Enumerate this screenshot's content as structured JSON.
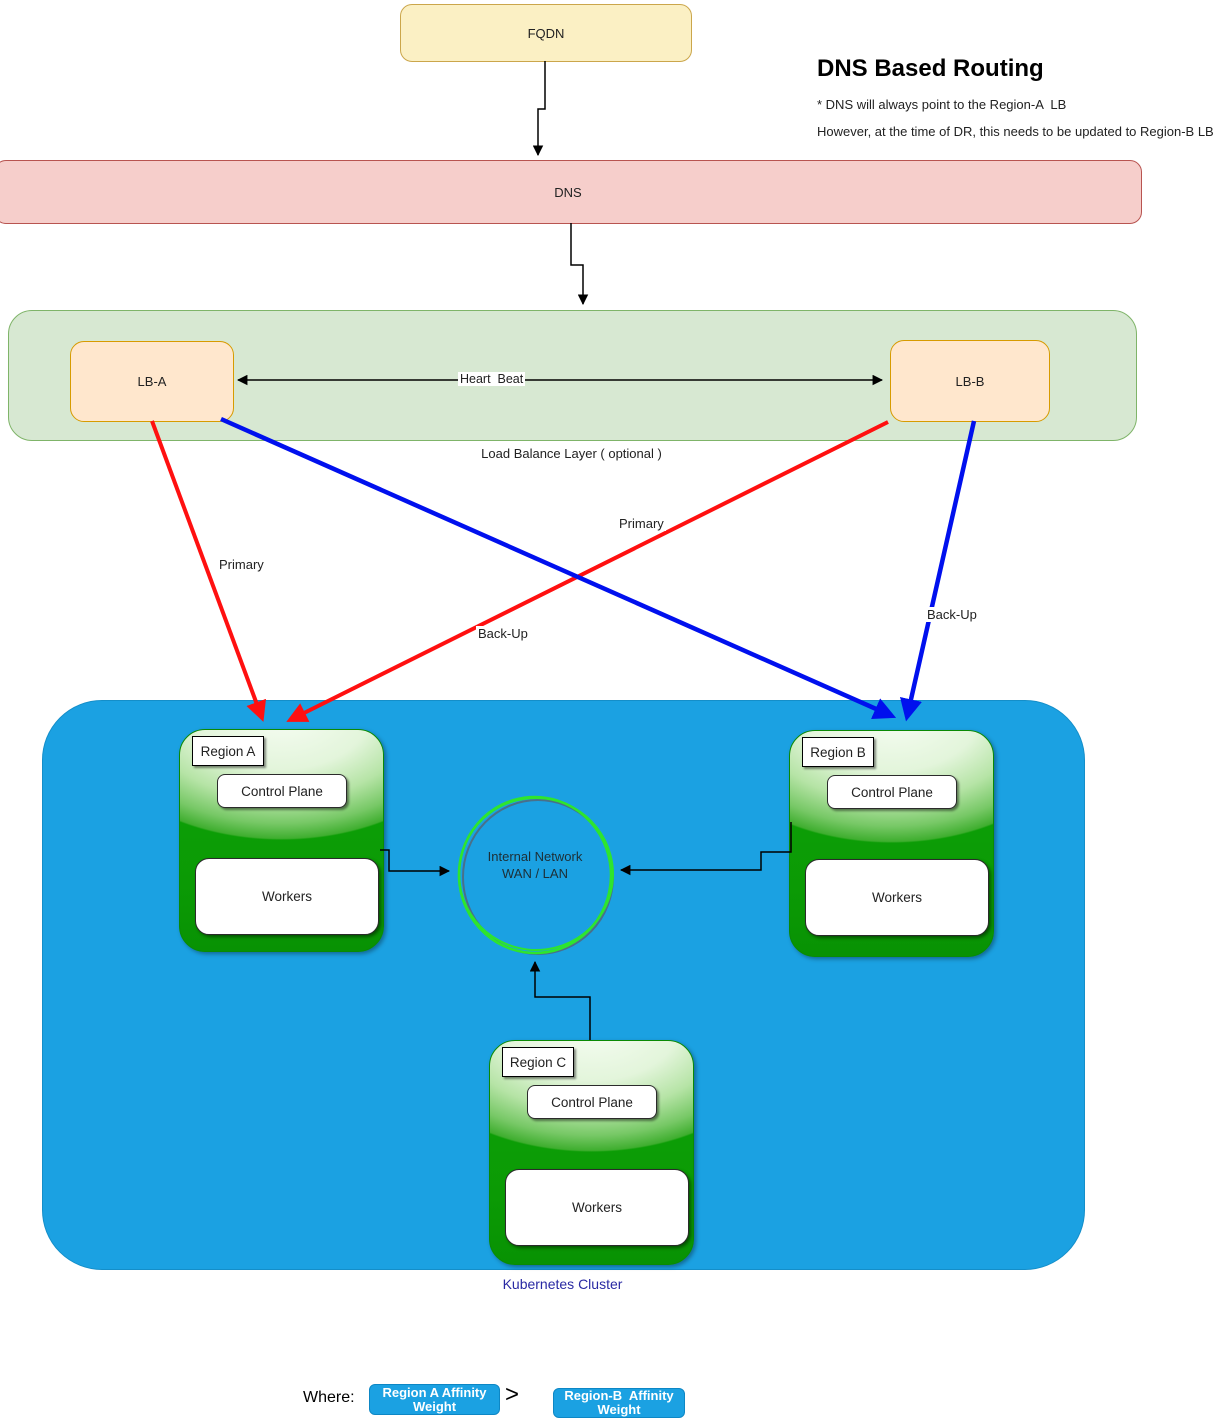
{
  "title": "DNS Based Routing",
  "notes": {
    "line1": "* DNS will always point to the Region-A  LB",
    "line2": "However, at the time of DR, this needs to be updated to Region-B LB"
  },
  "nodes": {
    "fqdn": "FQDN",
    "dns": "DNS",
    "lb_a": "LB-A",
    "lb_b": "LB-B",
    "heartbeat_label": "Heart  Beat",
    "lb_layer_caption": "Load Balance Layer ( optional )",
    "internal_network_line1": "Internal Network",
    "internal_network_line2": "WAN / LAN",
    "cluster_caption": "Kubernetes Cluster"
  },
  "edge_labels": {
    "lba_primary": "Primary",
    "lbb_primary": "Primary",
    "lba_backup": "Back-Up",
    "lbb_backup": "Back-Up"
  },
  "regions": [
    {
      "label": "Region A",
      "control_plane": "Control Plane",
      "workers": "Workers"
    },
    {
      "label": "Region B",
      "control_plane": "Control Plane",
      "workers": "Workers"
    },
    {
      "label": "Region C",
      "control_plane": "Control Plane",
      "workers": "Workers"
    }
  ],
  "legend": {
    "where": "Where:",
    "operator": ">",
    "box_a_line1": "Region A Affinity",
    "box_a_line2": "Weight",
    "box_b_line1": "Region-B  Affinity",
    "box_b_line2": "Weight"
  },
  "colors": {
    "fqdn_fill": "#FBF0C4",
    "fqdn_border": "#CBA64B",
    "dns_fill": "#F6CECB",
    "dns_border": "#B85450",
    "lb_layer_fill": "#D7E8D2",
    "lb_layer_border": "#7FB469",
    "lb_fill": "#FFE7CD",
    "lb_border": "#D79B00",
    "cluster_fill": "#1BA1E2",
    "region_green_dark": "#0B9A05",
    "primary_arrow_color": "#FF1010",
    "backup_arrow_color": "#0010EE",
    "network_circle_color": "#2EE52E",
    "legend_box_fill": "#1BA1E2",
    "cluster_caption_color": "#2929A3"
  }
}
